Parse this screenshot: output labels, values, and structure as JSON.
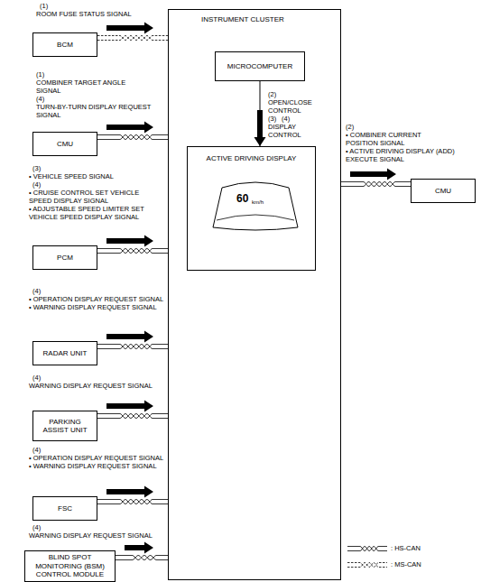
{
  "diagram": {
    "nodes": [
      {
        "text": [
          "BCM"
        ]
      },
      {
        "text": [
          "INSTRUMENT CLUSTER"
        ]
      },
      {
        "text": [
          "MICROCOMPUTER"
        ],
        "in": 1
      },
      {
        "text": [
          "ACTIVE DRIVING DISPLAY"
        ],
        "in": 1
      },
      {
        "text": [
          "CMU"
        ]
      },
      {
        "text": [
          "CMU"
        ]
      },
      {
        "text": [
          "PCM"
        ]
      },
      {
        "text": [
          "RADAR UNIT"
        ]
      },
      {
        "text": [
          "PARKING ASSIST UNIT"
        ]
      },
      {
        "text": [
          "FSC"
        ]
      },
      {
        "text": [
          "BLIND SPOT MONITORING (BSM) CONTROL MODULE"
        ]
      }
    ],
    "edges": [
      {
        "from": 0,
        "to": 1,
        "arrow": "to"
      },
      {
        "from": 4,
        "to": 1,
        "arrow": "to"
      },
      {
        "from": 2,
        "to": 3,
        "arrow": "to"
      },
      {
        "from": 1,
        "to": 5,
        "arrow": "to"
      },
      {
        "from": 6,
        "to": 1,
        "arrow": "to"
      },
      {
        "from": 7,
        "to": 1,
        "arrow": "to"
      },
      {
        "from": 8,
        "to": 1,
        "arrow": "to"
      },
      {
        "from": 9,
        "to": 1,
        "arrow": "to"
      },
      {
        "from": 10,
        "to": 1,
        "arrow": "to"
      }
    ],
    "labels": [
      "(1)",
      "ROOM FUSE STATUS SIGNAL",
      "(1)",
      "COMBINER TARGET ANGLE SIGNAL",
      "(4)",
      "TURN-BY-TURN DISPLAY REQUEST SIGNAL",
      "(2)",
      "OPEN/CLOSE CONTROL",
      "(3)",
      "(4)",
      "DISPLAY CONTROL",
      "60",
      "km/h",
      "(2)",
      "• COMBINER CURRENT POSITION SIGNAL",
      "• ACTIVE DRIVING DISPLAY (ADD) EXECUTE SIGNAL",
      "(3)",
      "• VEHICLE SPEED SIGNAL",
      "(4)",
      "• CRUISE CONTROL SET VEHICLE SPEED DISPLAY SIGNAL",
      "• ADJUSTABLE SPEED LIMITER SET VEHICLE SPEED DISPLAY SIGNAL",
      "(4)",
      "• OPERATION DISPLAY REQUEST SIGNAL",
      "• WARNING DISPLAY REQUEST SIGNAL",
      "(4)",
      "WARNING DISPLAY REQUEST SIGNAL",
      "(4)",
      "• OPERATION DISPLAY REQUEST SIGNAL",
      "• WARNING DISPLAY REQUEST SIGNAL",
      "(4)",
      "WARNING DISPLAY REQUEST SIGNAL"
    ],
    "legend": [
      {
        "text": ": HS-CAN"
      },
      {
        "text": ": MS-CAN"
      }
    ]
  }
}
